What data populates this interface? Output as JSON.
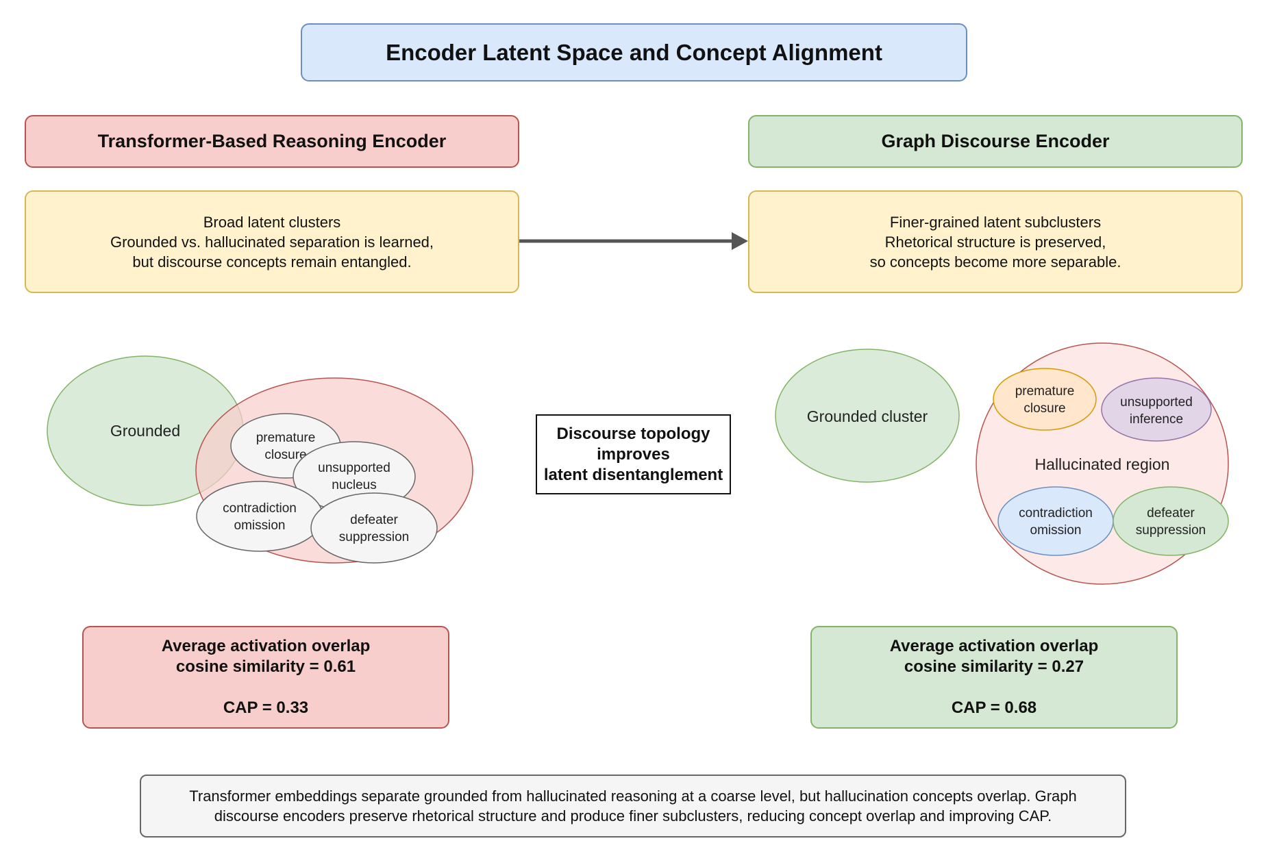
{
  "title": "Encoder Latent Space and Concept Alignment",
  "left": {
    "header": "Transformer-Based Reasoning Encoder",
    "desc": [
      "Broad latent clusters",
      "Grounded vs. hallucinated separation is learned,",
      "but discourse concepts remain entangled."
    ],
    "grounded_label": "Grounded",
    "concepts": {
      "premature": [
        "premature",
        "closure"
      ],
      "unsupported": [
        "unsupported",
        "nucleus"
      ],
      "contradiction": [
        "contradiction",
        "omission"
      ],
      "defeater": [
        "defeater",
        "suppression"
      ]
    },
    "metric": {
      "line1": "Average activation overlap",
      "line2": "cosine similarity = 0.61",
      "line3": "CAP = 0.33"
    }
  },
  "right": {
    "header": "Graph Discourse Encoder",
    "desc": [
      "Finer-grained latent subclusters",
      "Rhetorical structure is preserved,",
      "so concepts become more separable."
    ],
    "grounded_label": "Grounded cluster",
    "region_label": "Hallucinated region",
    "concepts": {
      "premature": [
        "premature",
        "closure"
      ],
      "unsupported": [
        "unsupported",
        "inference"
      ],
      "contradiction": [
        "contradiction",
        "omission"
      ],
      "defeater": [
        "defeater",
        "suppression"
      ]
    },
    "metric": {
      "line1": "Average activation overlap",
      "line2": "cosine similarity = 0.27",
      "line3": "CAP = 0.68"
    }
  },
  "center": [
    "Discourse topology",
    "improves",
    "latent disentanglement"
  ],
  "summary": [
    "Transformer embeddings separate grounded from hallucinated reasoning at a coarse level, but hallucination concepts overlap. Graph",
    "discourse encoders preserve rhetorical structure and produce finer subclusters, reducing concept overlap and improving CAP."
  ],
  "colors": {
    "grounded_fill": "#d5e8d4",
    "grounded_stroke": "#82b366",
    "hallucinated_fill": "#f8cecc",
    "hallucinated_stroke": "#b85450",
    "concept_fill": "#f5f5f5",
    "concept_stroke": "#666666",
    "premature_fill": "#ffe6cc",
    "premature_stroke": "#d79b00",
    "unsupported_fill": "#e1d5e7",
    "unsupported_stroke": "#9673a6",
    "contradiction_fill": "#dae8fc",
    "contradiction_stroke": "#6c8ebf",
    "arrow": "#555555"
  }
}
